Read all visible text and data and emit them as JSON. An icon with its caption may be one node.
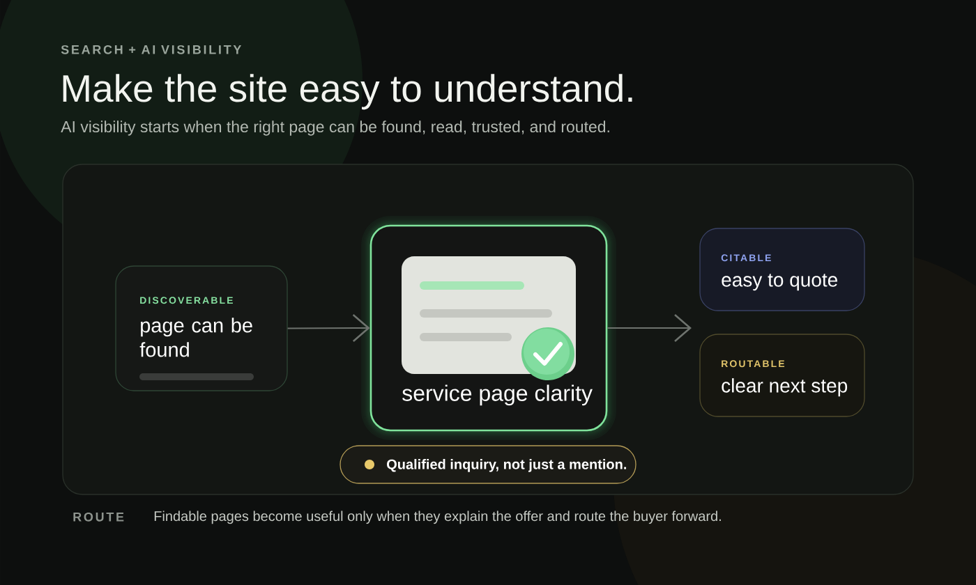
{
  "diagram": {
    "title": "Make the site easy to understand.",
    "nodes": [
      {
        "text": [],
        "shape": "box"
      },
      {
        "text": [
          "DISCOVERABLE",
          "page can be found"
        ],
        "in": 0
      },
      {
        "text": [
          "service page clarity"
        ],
        "in": 0
      },
      {
        "text": [
          "CITABLE",
          "easy to quote"
        ],
        "in": 0
      },
      {
        "text": [
          "ROUTABLE",
          "clear next step"
        ],
        "in": 0
      },
      {
        "text": [
          "Qualified inquiry, not just a mention."
        ],
        "in": 0
      }
    ],
    "edges": [
      {
        "from": 1,
        "to": 2,
        "arrow": "to"
      },
      {
        "from": 2,
        "to": null,
        "arrow": "to"
      }
    ],
    "labels": [
      "SEARCH + AI VISIBILITY",
      "AI visibility starts when the right page can be found, read, trusted, and routed.",
      "ROUTE",
      "Findable pages become useful only when they explain the offer and route the buyer forward."
    ]
  }
}
